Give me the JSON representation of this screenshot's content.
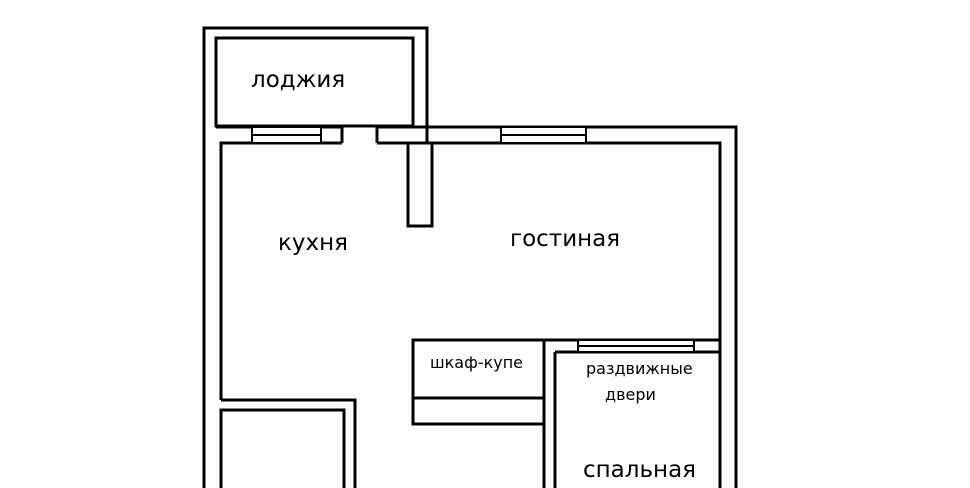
{
  "rooms": {
    "loggia": "лоджия",
    "kitchen": "кухня",
    "living": "гостиная",
    "wardrobe": "шкаф-купе",
    "sliding_doors_line1": "раздвижные",
    "sliding_doors_line2": "двери",
    "bedroom": "спальная"
  },
  "colors": {
    "wall": "#000000",
    "background": "#ffffff"
  }
}
